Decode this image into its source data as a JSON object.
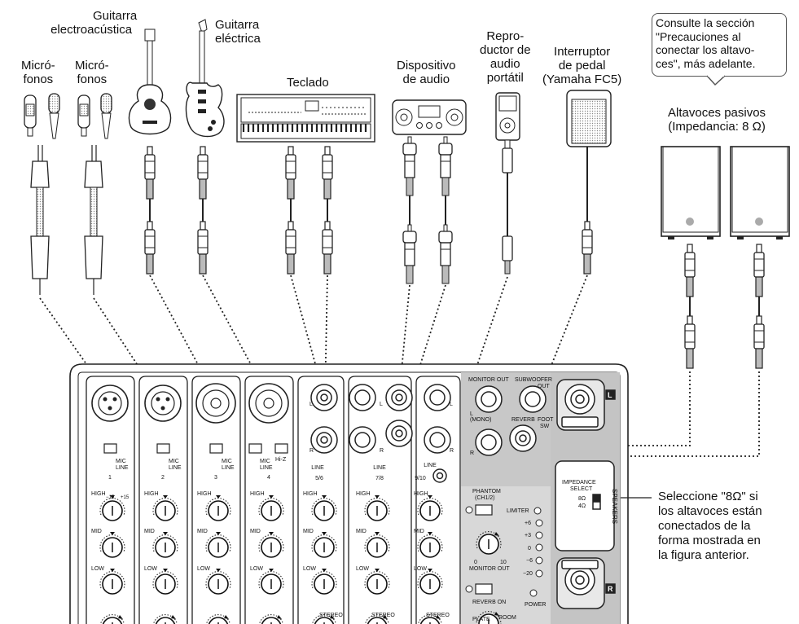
{
  "devices": {
    "mic1": [
      "Micró-",
      "fonos"
    ],
    "mic2": [
      "Micró-",
      "fonos"
    ],
    "acoustic": [
      "Guitarra",
      "electroacústica"
    ],
    "electric": [
      "Guitarra",
      "eléctrica"
    ],
    "keyboard": [
      "Teclado"
    ],
    "audio_device": [
      "Dispositivo",
      "de audio"
    ],
    "portable": [
      "Repro-",
      "ductor de",
      "audio",
      "portátil"
    ],
    "pedal": [
      "Interruptor",
      "de pedal",
      "(Yamaha FC5)"
    ],
    "speakers": [
      "Altavoces pasivos",
      "(Impedancia: 8 Ω)"
    ]
  },
  "callout": [
    "Consulte la sección",
    "\"Precauciones al",
    "conectar los altavo-",
    "ces\", más adelante."
  ],
  "note": [
    "Seleccione \"8Ω\" si",
    "los altavoces están",
    "conectados de la",
    "forma mostrada en",
    "la figura anterior."
  ],
  "mixer": {
    "channels": [
      "1",
      "2",
      "3",
      "4",
      "5/6",
      "7/8",
      "9/10"
    ],
    "mic_line": [
      "MIC",
      "LINE"
    ],
    "hiz": "Hi-Z",
    "line": "LINE",
    "eq": [
      "HIGH",
      "MID",
      "LOW"
    ],
    "eq_range": [
      "−15",
      "+15"
    ],
    "stereo": "STEREO",
    "monitor_out": "MONITOR OUT",
    "mono": "(MONO)",
    "subwoofer_out": [
      "SUBWOOFER",
      "OUT"
    ],
    "reverb_foot_sw": [
      "REVERB",
      "FOOT",
      "SW"
    ],
    "phantom": [
      "PHANTOM",
      "(CH1/2)"
    ],
    "limiter": "LIMITER",
    "meter": [
      "+6",
      "+3",
      "0",
      "−6",
      "−20"
    ],
    "monitor_out_knob": "MONITOR OUT",
    "knob_range": [
      "0",
      "10"
    ],
    "reverb_on": "REVERB ON",
    "power": "POWER",
    "impedance_select": [
      "IMPEDANCE",
      "SELECT"
    ],
    "impedance_options": [
      "8Ω",
      "4Ω"
    ],
    "speakers_label": "SPEAKERS",
    "plate_room": [
      "PLATE",
      "ROOM"
    ],
    "side_l": "L",
    "side_r": "R",
    "jack_l": "L",
    "jack_r": "R"
  }
}
